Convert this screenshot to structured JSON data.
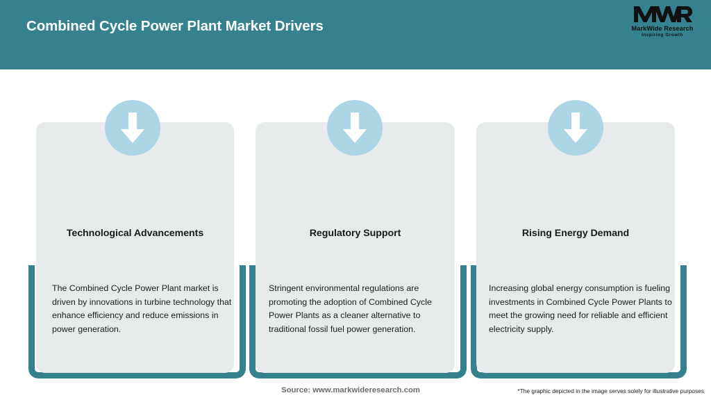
{
  "header": {
    "title": "Combined Cycle Power Plant Market Drivers",
    "bar_color": "#35818F",
    "title_color": "#FFFFFF"
  },
  "logo": {
    "mark": "MWR",
    "name": "MarkWide Research",
    "tagline": "Inspiring Growth"
  },
  "theme": {
    "accent": "#35818F",
    "card_bg": "#E6EAEA",
    "circle": "#ACD5E5",
    "arrow": "#FFFFFF",
    "heading_color": "#1A1A1A",
    "body_color": "#202020"
  },
  "cards": [
    {
      "icon": "arrow-down-icon",
      "heading": "Technological Advancements",
      "body": "The Combined Cycle Power Plant market is driven by innovations in turbine technology that enhance efficiency and reduce emissions in power generation."
    },
    {
      "icon": "arrow-down-icon",
      "heading": "Regulatory Support",
      "body": "Stringent environmental regulations are promoting the adoption of Combined Cycle Power Plants as a cleaner alternative to traditional fossil fuel power generation."
    },
    {
      "icon": "arrow-down-icon",
      "heading": "Rising Energy Demand",
      "body": "Increasing global energy consumption is fueling investments in Combined Cycle Power Plants to meet the growing need for reliable and efficient electricity supply."
    }
  ],
  "footer": {
    "source": "Source: www.markwideresearch.com",
    "disclaimer": "*The graphic depicted in the image serves solely for illustrative purposes"
  }
}
